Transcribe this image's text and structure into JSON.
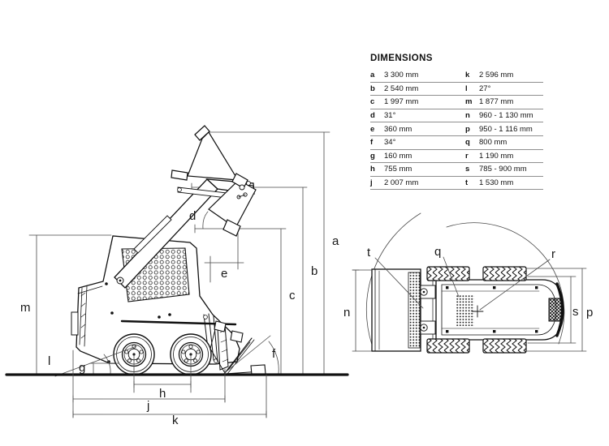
{
  "table": {
    "title": "DIMENSIONS",
    "col1": [
      {
        "k": "a",
        "v": "3 300 mm"
      },
      {
        "k": "b",
        "v": "2 540 mm"
      },
      {
        "k": "c",
        "v": "1 997 mm"
      },
      {
        "k": "d",
        "v": "31°"
      },
      {
        "k": "e",
        "v": "360 mm"
      },
      {
        "k": "f",
        "v": "34°"
      },
      {
        "k": "g",
        "v": "160 mm"
      },
      {
        "k": "h",
        "v": "755 mm"
      },
      {
        "k": "j",
        "v": "2 007 mm"
      }
    ],
    "col2": [
      {
        "k": "k",
        "v": "2 596 mm"
      },
      {
        "k": "l",
        "v": "27°"
      },
      {
        "k": "m",
        "v": "1 877 mm"
      },
      {
        "k": "n",
        "v": "960 - 1 130 mm"
      },
      {
        "k": "p",
        "v": "950 - 1 116 mm"
      },
      {
        "k": "q",
        "v": "800 mm"
      },
      {
        "k": "r",
        "v": "1 190 mm"
      },
      {
        "k": "s",
        "v": "785 - 900 mm"
      },
      {
        "k": "t",
        "v": "1 530 mm"
      }
    ]
  },
  "labels": {
    "a": "a",
    "b": "b",
    "c": "c",
    "d": "d",
    "e": "e",
    "f": "f",
    "g": "g",
    "h": "h",
    "j": "j",
    "k": "k",
    "l": "l",
    "m": "m",
    "n": "n",
    "p": "p",
    "q": "q",
    "r": "r",
    "s": "s",
    "t": "t"
  }
}
